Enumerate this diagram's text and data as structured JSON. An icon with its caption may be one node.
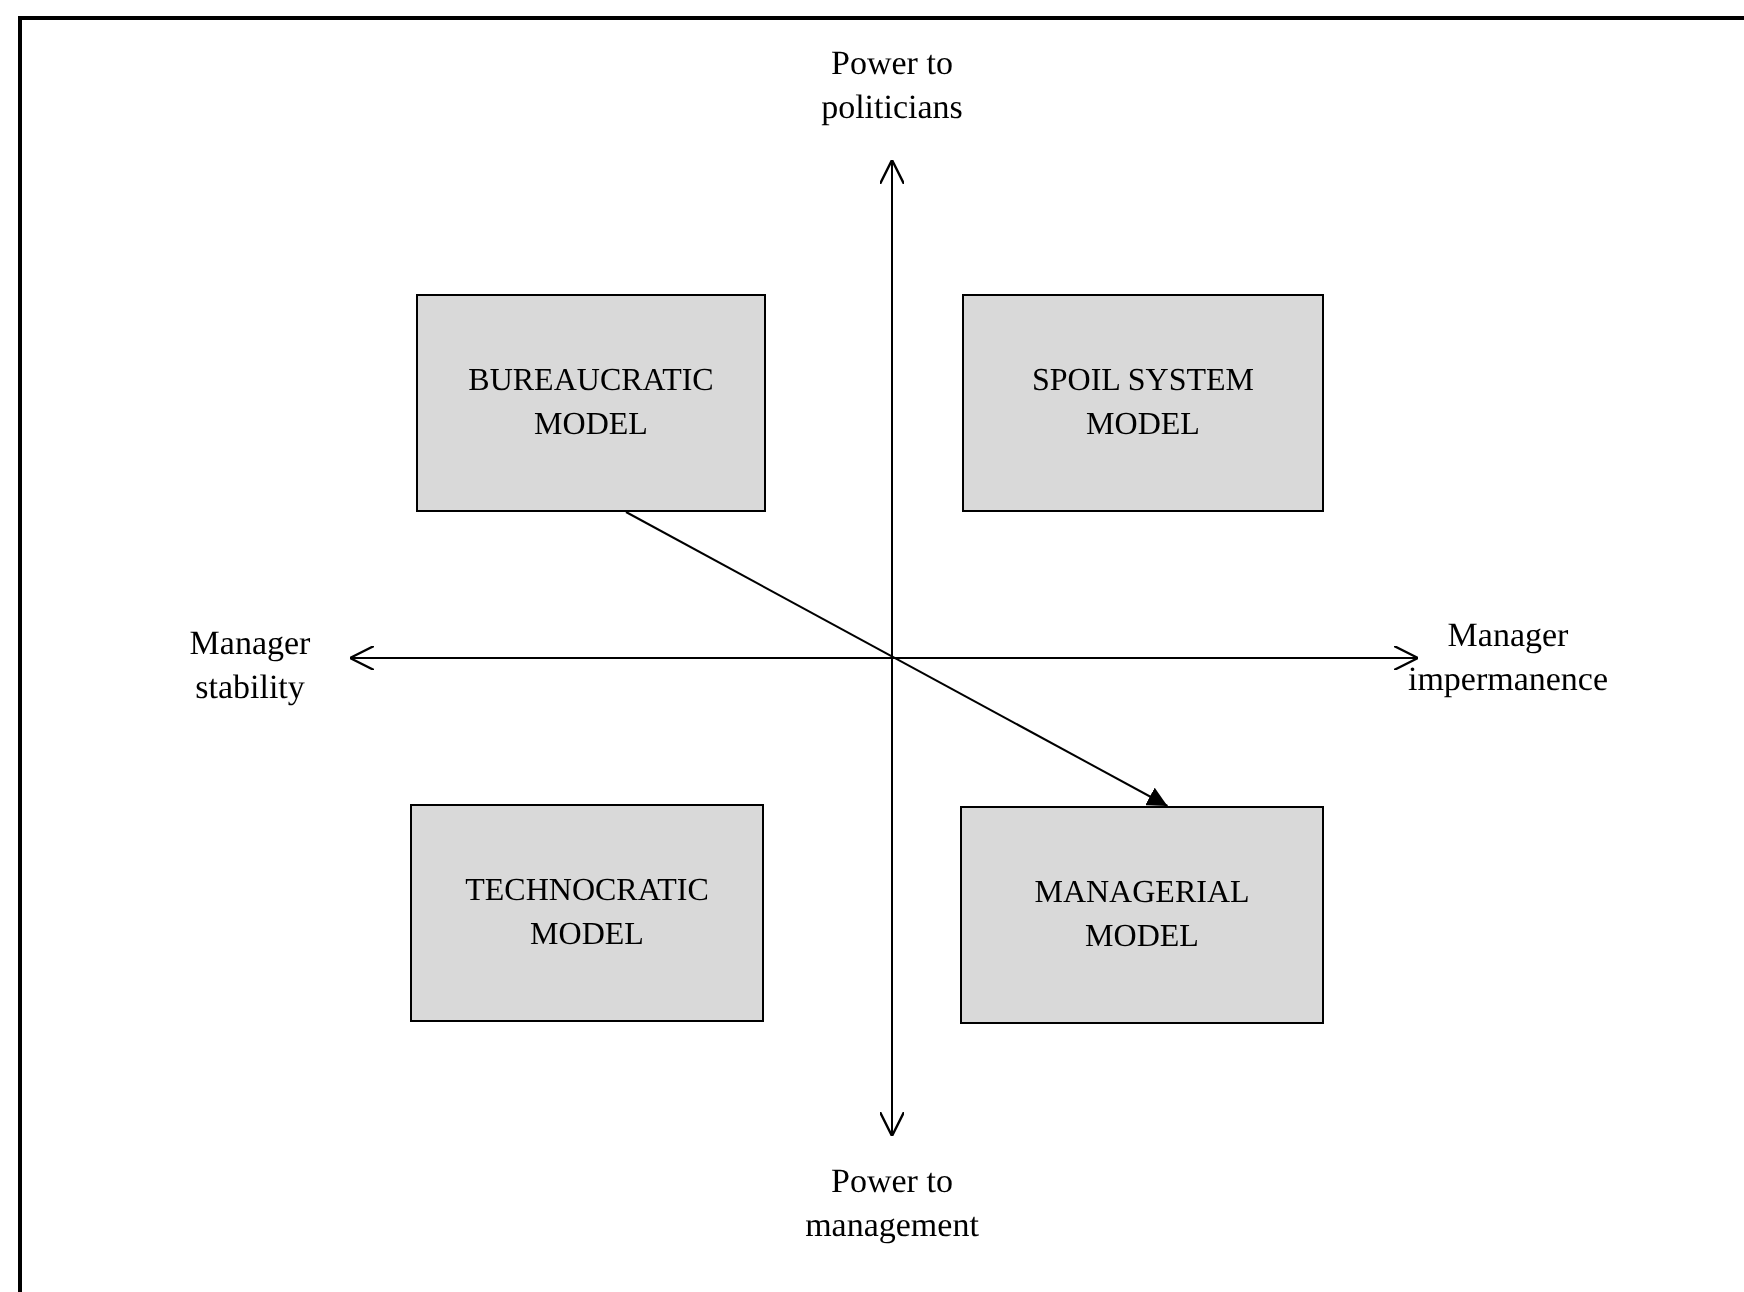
{
  "diagram": {
    "nodes": [
      {
        "text": [
          "BUREAUCRATIC MODEL"
        ]
      },
      {
        "text": [
          "SPOIL SYSTEM MODEL"
        ]
      },
      {
        "text": [
          "TECHNOCRATIC MODEL"
        ]
      },
      {
        "text": [
          "MANAGERIAL MODEL"
        ]
      }
    ],
    "edges": [
      {
        "from": 0,
        "to": 3,
        "arrow": "to"
      }
    ],
    "labels": [
      "Power to politicians",
      "Manager stability",
      "Manager impermanence",
      "Power to management"
    ]
  }
}
